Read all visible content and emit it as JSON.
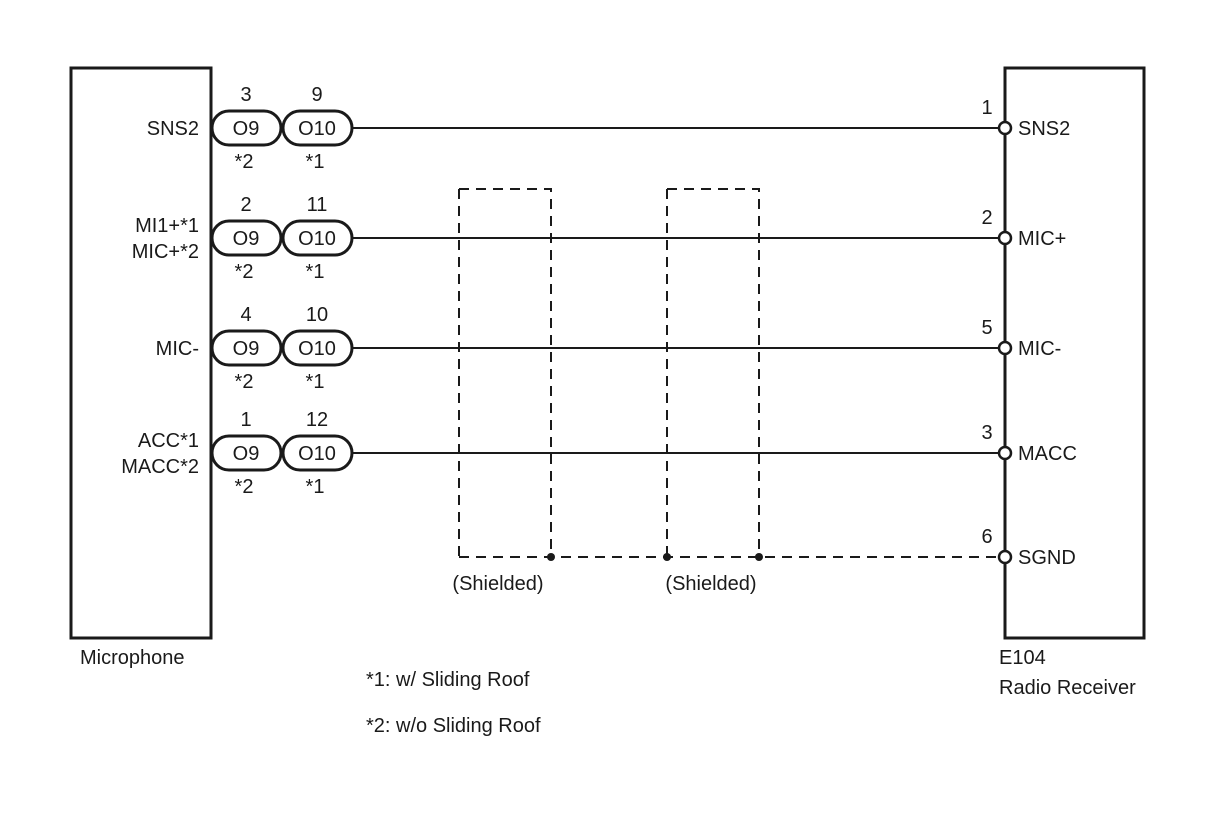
{
  "components": {
    "left": {
      "name": "Microphone"
    },
    "right": {
      "code": "E104",
      "name": "Radio Receiver"
    }
  },
  "rows": [
    {
      "left_label": [
        "SNS2"
      ],
      "connectors": [
        {
          "id": "O9",
          "pin": "3",
          "note": "*2"
        },
        {
          "id": "O10",
          "pin": "9",
          "note": "*1"
        }
      ],
      "right_pin": "1",
      "right_label": "SNS2"
    },
    {
      "left_label": [
        "MI1+*1",
        "MIC+*2"
      ],
      "connectors": [
        {
          "id": "O9",
          "pin": "2",
          "note": "*2"
        },
        {
          "id": "O10",
          "pin": "11",
          "note": "*1"
        }
      ],
      "right_pin": "2",
      "right_label": "MIC+"
    },
    {
      "left_label": [
        "MIC-"
      ],
      "connectors": [
        {
          "id": "O9",
          "pin": "4",
          "note": "*2"
        },
        {
          "id": "O10",
          "pin": "10",
          "note": "*1"
        }
      ],
      "right_pin": "5",
      "right_label": "MIC-"
    },
    {
      "left_label": [
        "ACC*1",
        "MACC*2"
      ],
      "connectors": [
        {
          "id": "O9",
          "pin": "1",
          "note": "*2"
        },
        {
          "id": "O10",
          "pin": "12",
          "note": "*1"
        }
      ],
      "right_pin": "3",
      "right_label": "MACC"
    }
  ],
  "ground": {
    "right_pin": "6",
    "right_label": "SGND"
  },
  "shields": [
    "(Shielded)",
    "(Shielded)"
  ],
  "notes": [
    "*1: w/ Sliding Roof",
    "*2: w/o Sliding Roof"
  ],
  "colors": {
    "line": "#1a1a1a",
    "background": "#ffffff"
  }
}
